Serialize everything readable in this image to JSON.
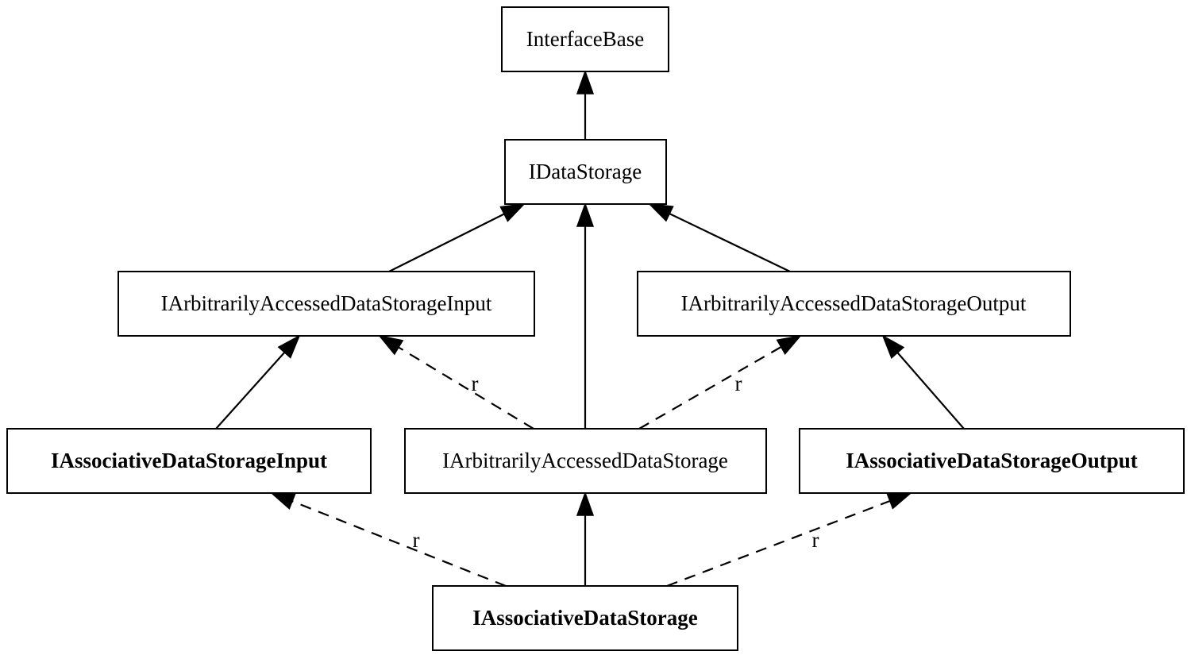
{
  "diagram": {
    "nodes": {
      "interface_base": {
        "label": "InterfaceBase",
        "bold": false
      },
      "idata_storage": {
        "label": "IDataStorage",
        "bold": false
      },
      "arb_input": {
        "label": "IArbitrarilyAccessedDataStorageInput",
        "bold": false
      },
      "arb_output": {
        "label": "IArbitrarilyAccessedDataStorageOutput",
        "bold": false
      },
      "assoc_input": {
        "label": "IAssociativeDataStorageInput",
        "bold": true
      },
      "arb_storage": {
        "label": "IArbitrarilyAccessedDataStorage",
        "bold": false
      },
      "assoc_output": {
        "label": "IAssociativeDataStorageOutput",
        "bold": true
      },
      "assoc_storage": {
        "label": "IAssociativeDataStorage",
        "bold": true
      }
    },
    "edges": [
      {
        "from": "idata_storage",
        "to": "interface_base",
        "style": "solid",
        "label": ""
      },
      {
        "from": "arb_input",
        "to": "idata_storage",
        "style": "solid",
        "label": ""
      },
      {
        "from": "arb_storage",
        "to": "idata_storage",
        "style": "solid",
        "label": ""
      },
      {
        "from": "arb_output",
        "to": "idata_storage",
        "style": "solid",
        "label": ""
      },
      {
        "from": "assoc_input",
        "to": "arb_input",
        "style": "solid",
        "label": ""
      },
      {
        "from": "arb_storage",
        "to": "arb_input",
        "style": "dashed",
        "label": "r"
      },
      {
        "from": "arb_storage",
        "to": "arb_output",
        "style": "dashed",
        "label": "r"
      },
      {
        "from": "assoc_output",
        "to": "arb_output",
        "style": "solid",
        "label": ""
      },
      {
        "from": "assoc_storage",
        "to": "assoc_input",
        "style": "dashed",
        "label": "r"
      },
      {
        "from": "assoc_storage",
        "to": "arb_storage",
        "style": "solid",
        "label": ""
      },
      {
        "from": "assoc_storage",
        "to": "assoc_output",
        "style": "dashed",
        "label": "r"
      }
    ]
  }
}
